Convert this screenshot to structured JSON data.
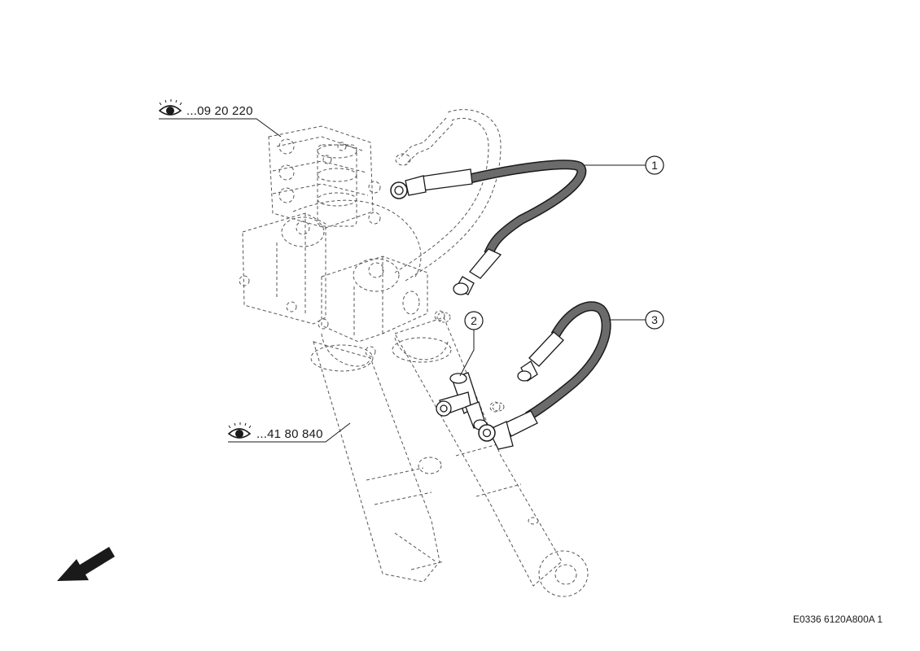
{
  "references": [
    {
      "icon": "eye-icon",
      "label": "...09 20 220"
    },
    {
      "icon": "eye-icon",
      "label": "...41 80 840"
    }
  ],
  "callouts": [
    {
      "number": "1"
    },
    {
      "number": "2"
    },
    {
      "number": "3"
    }
  ],
  "drawing_code": "E0336 6120A800A 1",
  "colors": {
    "line": "#1a1a1a",
    "hose": "#6b6b6b",
    "ghost": "#555555",
    "background": "#ffffff"
  },
  "direction_arrow": "front-direction-arrow"
}
